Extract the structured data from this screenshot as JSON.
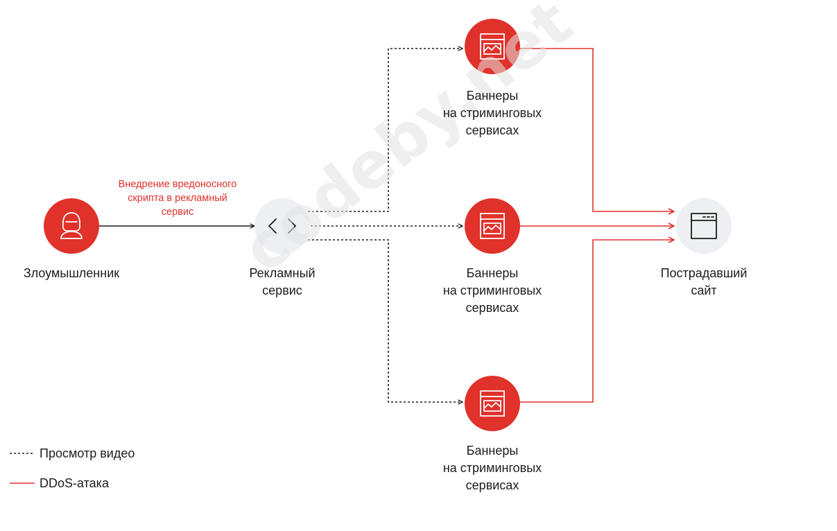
{
  "nodes": {
    "attacker": {
      "label": "Злоумышленник"
    },
    "ad_service": {
      "label": "Рекламный\nсервис"
    },
    "banner_top": {
      "label": "Баннеры\nна стриминговых\nсервисах"
    },
    "banner_middle": {
      "label": "Баннеры\nна стриминговых\nсервисах"
    },
    "banner_bottom": {
      "label": "Баннеры\nна стриминговых\nсервисах"
    },
    "victim": {
      "label": "Пострадавший\nсайт"
    }
  },
  "edges": {
    "injection_label": "Внедрение вредоносного\nскрипта в рекламный\nсервис"
  },
  "legend": {
    "view_label": "Просмотр видео",
    "ddos_label": "DDoS-атака"
  },
  "watermark": "codeby.net",
  "colors": {
    "accent_red": "#e0312b",
    "node_grey": "#eeeff2",
    "line_dark": "#1a1a1a"
  },
  "icons": {
    "attacker": "hooded-hacker-icon",
    "ad_service": "code-brackets-icon",
    "banner": "banner-chart-icon",
    "victim": "browser-window-icon"
  }
}
